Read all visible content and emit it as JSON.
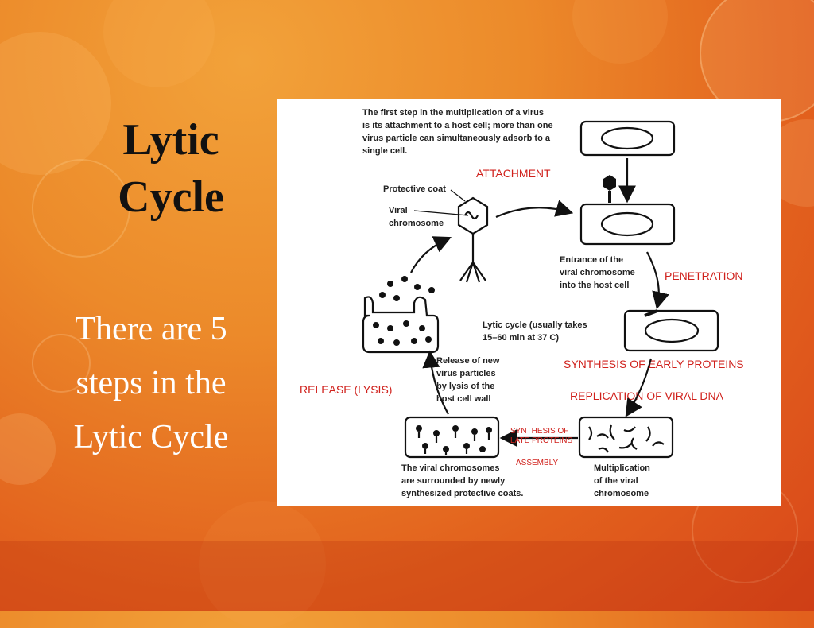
{
  "slide": {
    "title_line1": "Lytic",
    "title_line2": "Cycle",
    "body_line1": "There are 5",
    "body_line2": "steps in the",
    "body_line3": "Lytic Cycle"
  },
  "diagram": {
    "intro": [
      "The first step in the multiplication of a virus",
      "is its attachment to a host cell; more than one",
      "virus particle can simultaneously adsorb to a",
      "single cell."
    ],
    "label_protective_coat": "Protective coat",
    "label_viral_1": "Viral",
    "label_viral_2": "chromosome",
    "entrance": [
      "Entrance of the",
      "viral chromosome",
      "into the host cell"
    ],
    "lytic_note": [
      "Lytic cycle (usually takes",
      "15–60 min  at 37  C)"
    ],
    "release_note": [
      "Release of new",
      "virus particles",
      "by lysis of the",
      "host cell wall"
    ],
    "surrounded_note": [
      "The viral chromosomes",
      "are surrounded by newly",
      "synthesized protective coats."
    ],
    "multiplication_note": [
      "Multiplication",
      "of the viral",
      "chromosome"
    ],
    "steps": {
      "attachment": "ATTACHMENT",
      "penetration": "PENETRATION",
      "synthesis_early": "SYNTHESIS OF EARLY PROTEINS",
      "replication": "REPLICATION OF VIRAL DNA",
      "release": "RELEASE (LYSIS)",
      "synthesis_late_1": "SYNTHESIS OF",
      "synthesis_late_2": "LATE PROTEINS",
      "assembly": "ASSEMBLY"
    }
  }
}
